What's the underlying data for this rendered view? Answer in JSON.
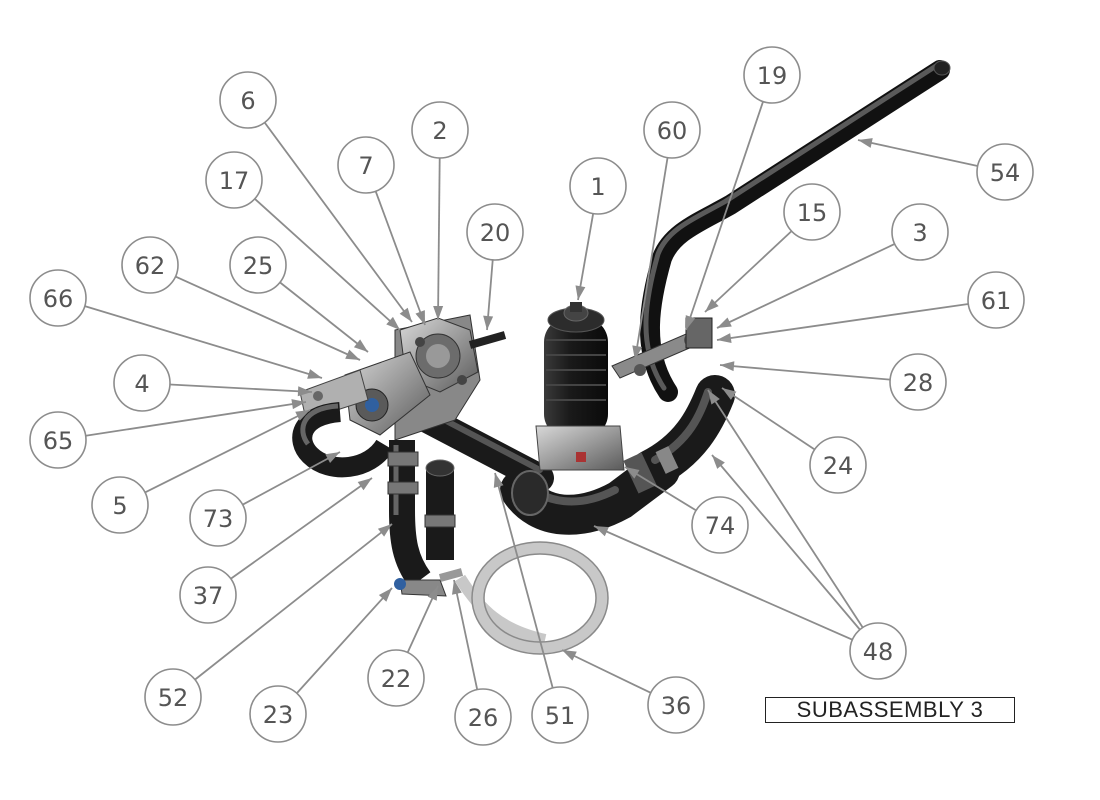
{
  "title": "SUBASSEMBLY 3",
  "balloons": [
    "6",
    "2",
    "7",
    "17",
    "20",
    "1",
    "60",
    "19",
    "54",
    "15",
    "3",
    "61",
    "62",
    "25",
    "66",
    "4",
    "65",
    "5",
    "73",
    "37",
    "52",
    "23",
    "22",
    "26",
    "51",
    "36",
    "48",
    "74",
    "24",
    "28"
  ]
}
